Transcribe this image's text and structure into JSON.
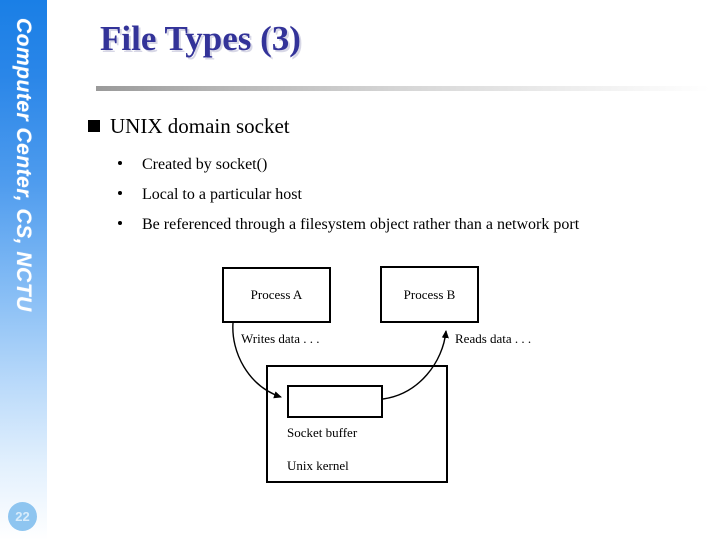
{
  "slide": {
    "title": "File Types (3)",
    "page_number": "22",
    "sidebar_text": "Computer Center, CS, NCTU",
    "title_color": "#333399",
    "sidebar_color_top": "#1a7fe6",
    "sidebar_color_bottom": "#ffffff",
    "badge_color": "#8ec5f0"
  },
  "content": {
    "main_bullet": "UNIX domain socket",
    "main_bullet_marker": "square-bullet-icon",
    "sub_bullets": [
      "Created by socket()",
      "Local to a particular host",
      "Be referenced through a filesystem object rather than a network port"
    ]
  },
  "diagram": {
    "process_a": "Process A",
    "process_b": "Process B",
    "socket_buffer": "Socket buffer",
    "unix_kernel": "Unix kernel",
    "writes_label": "Writes data . . .",
    "reads_label": "Reads data . . ."
  }
}
